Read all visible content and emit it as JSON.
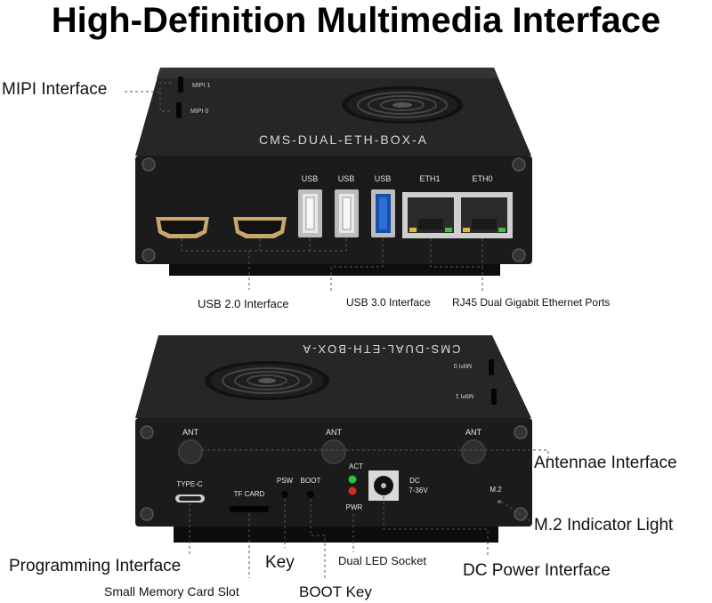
{
  "title": "High-Definition Multimedia Interface",
  "colors": {
    "box": "#1c1c1c",
    "box_top": "#2a2a2a",
    "port_metal": "#bdbdbd",
    "usb3_blue": "#2d6fd8",
    "leader": "#555555",
    "led_green": "#2fbf3a",
    "led_red": "#d62b1f"
  },
  "top_box": {
    "model": "CMS-DUAL-ETH-BOX-A",
    "mipi_1": "MIPI 1",
    "mipi_0": "MIPI 0",
    "port_labels": {
      "usb_a": "USB",
      "usb_b": "USB",
      "usb_c": "USB",
      "eth1": "ETH1",
      "eth0": "ETH0"
    }
  },
  "bottom_box": {
    "model": "CMS-DUAL-ETH-BOX-A",
    "mipi_0": "MIPI 0",
    "mipi_1": "MIPI 1",
    "ant_left": "ANT",
    "ant_mid": "ANT",
    "ant_right": "ANT",
    "type_c": "TYPE-C",
    "tf_card": "TF CARD",
    "psw": "PSW",
    "boot": "BOOT",
    "act": "ACT",
    "pwr": "PWR",
    "dc_line1": "DC",
    "dc_line2": "7-36V",
    "m2": "M.2"
  },
  "callouts": {
    "mipi": "MIPI Interface",
    "usb2": "USB 2.0 Interface",
    "usb3": "USB 3.0 Interface",
    "rj45": "RJ45 Dual Gigabit Ethernet Ports",
    "antennae": "Antennae Interface",
    "m2_light": "M.2 Indicator Light",
    "programming": "Programming Interface",
    "key": "Key",
    "dual_led": "Dual LED Socket",
    "dc_power": "DC Power Interface",
    "memory_slot": "Small Memory Card Slot",
    "boot_key": "BOOT Key"
  }
}
